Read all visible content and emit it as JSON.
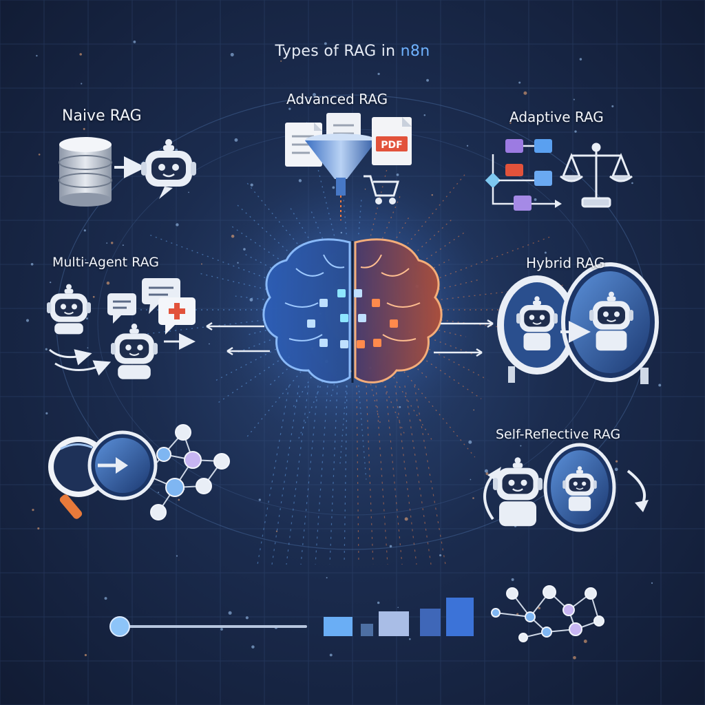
{
  "header": {
    "title_prefix": "Types of RAG in ",
    "title_accent": "n8n"
  },
  "rag_types": {
    "naive": "Naive RAG",
    "advanced": "Advanced RAG",
    "adaptive": "Adaptive RAG",
    "multi_agent": "Multi-Agent RAG",
    "hybrid": "Hybrid RAG",
    "self_reflective": "Self-Reflective RAG"
  },
  "document_badge": "PDF",
  "colors": {
    "background": "#16233f",
    "accent_blue": "#6fb2ff",
    "accent_orange": "#ff7a3c",
    "node_blue": "#7fb6f2",
    "node_purple": "#c7b5f2",
    "robot_white": "#e9eef6",
    "robot_visor": "#1f2d4d",
    "pdf_red": "#e2523b"
  },
  "icons": [
    "database-icon",
    "robot-icon",
    "document-icon",
    "funnel-icon",
    "cart-icon",
    "flowchart-icon",
    "scale-icon",
    "chat-bubble-icon",
    "magnifier-icon",
    "network-graph-icon",
    "brain-icon",
    "cycle-arrow-icon",
    "slider-icon",
    "bar-chart-icon"
  ]
}
